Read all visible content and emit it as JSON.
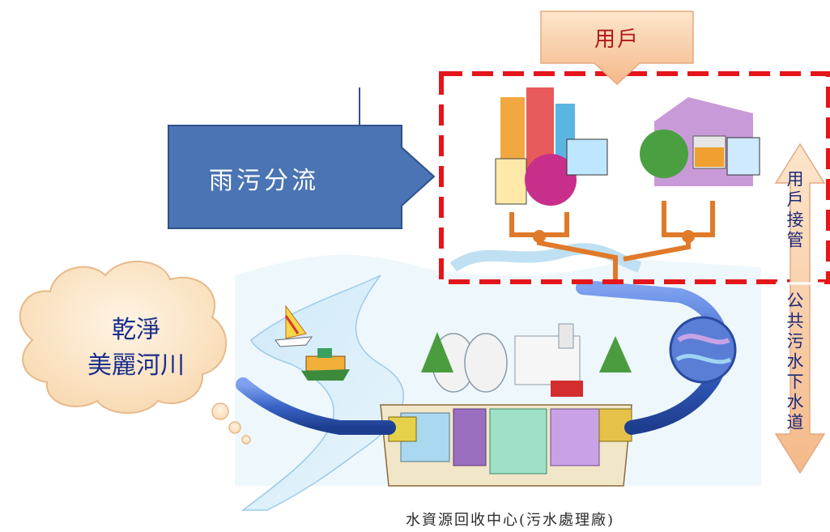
{
  "labels": {
    "user_top": "用戶",
    "separation": "雨污分流",
    "cloud_line1": "乾淨",
    "cloud_line2": "美麗河川",
    "user_connection": "用戶接管",
    "public_sewer": "公共污水下水道",
    "treatment_plant": "水資源回收中心(污水處理廠)"
  },
  "colors": {
    "blue_arrow": "#4a74b3",
    "red_dashed_frame": "#e4161b",
    "cloud_fill": "#fbe6c8",
    "peach_arrow": "#f9d3a8",
    "pipe_blue": "#3a64c8",
    "pipe_orange": "#e07a2a"
  }
}
